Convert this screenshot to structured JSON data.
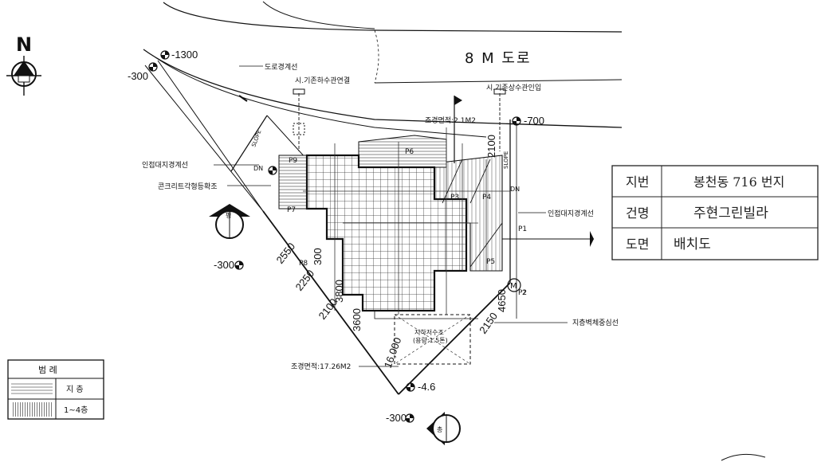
{
  "north": {
    "letter": "N"
  },
  "road": {
    "label": "8 M 도로"
  },
  "annotations": {
    "road_boundary": "도로경계선",
    "existing_sewer": "시.기존하수관연결",
    "existing_water": "시.기존상수관인입",
    "landscape_top": "조경면적:2.1M2",
    "landscape_bottom": "조경면적:17.26M2",
    "adjacent_left": "인접대지경계선",
    "adjacent_right": "인접대지경계선",
    "concrete_pave": "콘크리트각형등확조",
    "underground_wall": "지층벽체중심선",
    "slope_left": "SLOPE",
    "slope_right": "SLOPE",
    "dn_left": "DN",
    "dn_right": "DN",
    "tank_line1": "지하저수조",
    "tank_line2": "(용량:1.5톤)",
    "meter_m": "M",
    "meter_2": "2"
  },
  "levels": {
    "top_left": "-1300",
    "left": "-300",
    "mid_left": "-300",
    "right_top": "-700",
    "bottom": "-300",
    "bottom_small": "-4.6"
  },
  "section_markers": {
    "left": "평",
    "bottom": "총"
  },
  "parking": [
    "P1",
    "P2",
    "P3",
    "P4",
    "P5",
    "P6",
    "P7",
    "P8",
    "P9"
  ],
  "dimensions": {
    "d2550": "2550",
    "d300": "300",
    "d2250": "2250",
    "d3800": "3800",
    "d2100a": "2100",
    "d3600": "3600",
    "d16000": "16,000",
    "d2100b": "2100",
    "d4650": "4650",
    "d2150": "2150"
  },
  "legend": {
    "title": "범  례",
    "rows": [
      {
        "label": "지  층"
      },
      {
        "label": "1~4층"
      }
    ]
  },
  "title_block": {
    "rows": [
      {
        "key": "지번",
        "value": "봉천동 716  번지"
      },
      {
        "key": "건명",
        "value": "주현그린빌라"
      },
      {
        "key": "도면",
        "value": "배치도"
      }
    ]
  }
}
